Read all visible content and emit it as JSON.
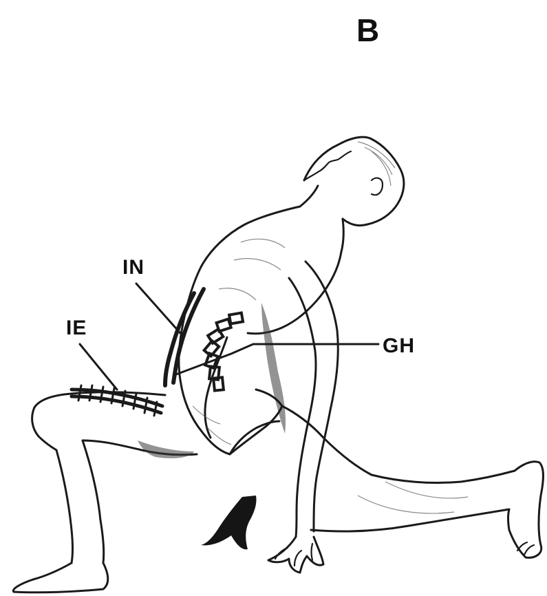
{
  "figure": {
    "panel_label": "B",
    "labels": {
      "in": "IN",
      "ie": "IE",
      "gh": "GH"
    },
    "colors": {
      "ink": "#1a1a1a",
      "background": "#ffffff"
    }
  }
}
